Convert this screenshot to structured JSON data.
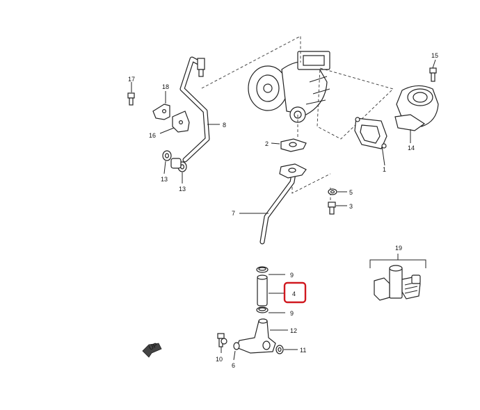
{
  "callouts": {
    "c1": "1",
    "c2": "2",
    "c3": "3",
    "c4": "4",
    "c5": "5",
    "c6": "6",
    "c7": "7",
    "c8": "8",
    "c9a": "9",
    "c9b": "9",
    "c10": "10",
    "c11": "11",
    "c12": "12",
    "c13a": "13",
    "c13b": "13",
    "c14": "14",
    "c15": "15",
    "c16": "16",
    "c17": "17",
    "c18": "18",
    "c19": "19"
  },
  "highlight": {
    "color": "#d0181f",
    "callout": "4"
  },
  "direction_arrow": {
    "label": "UP"
  }
}
